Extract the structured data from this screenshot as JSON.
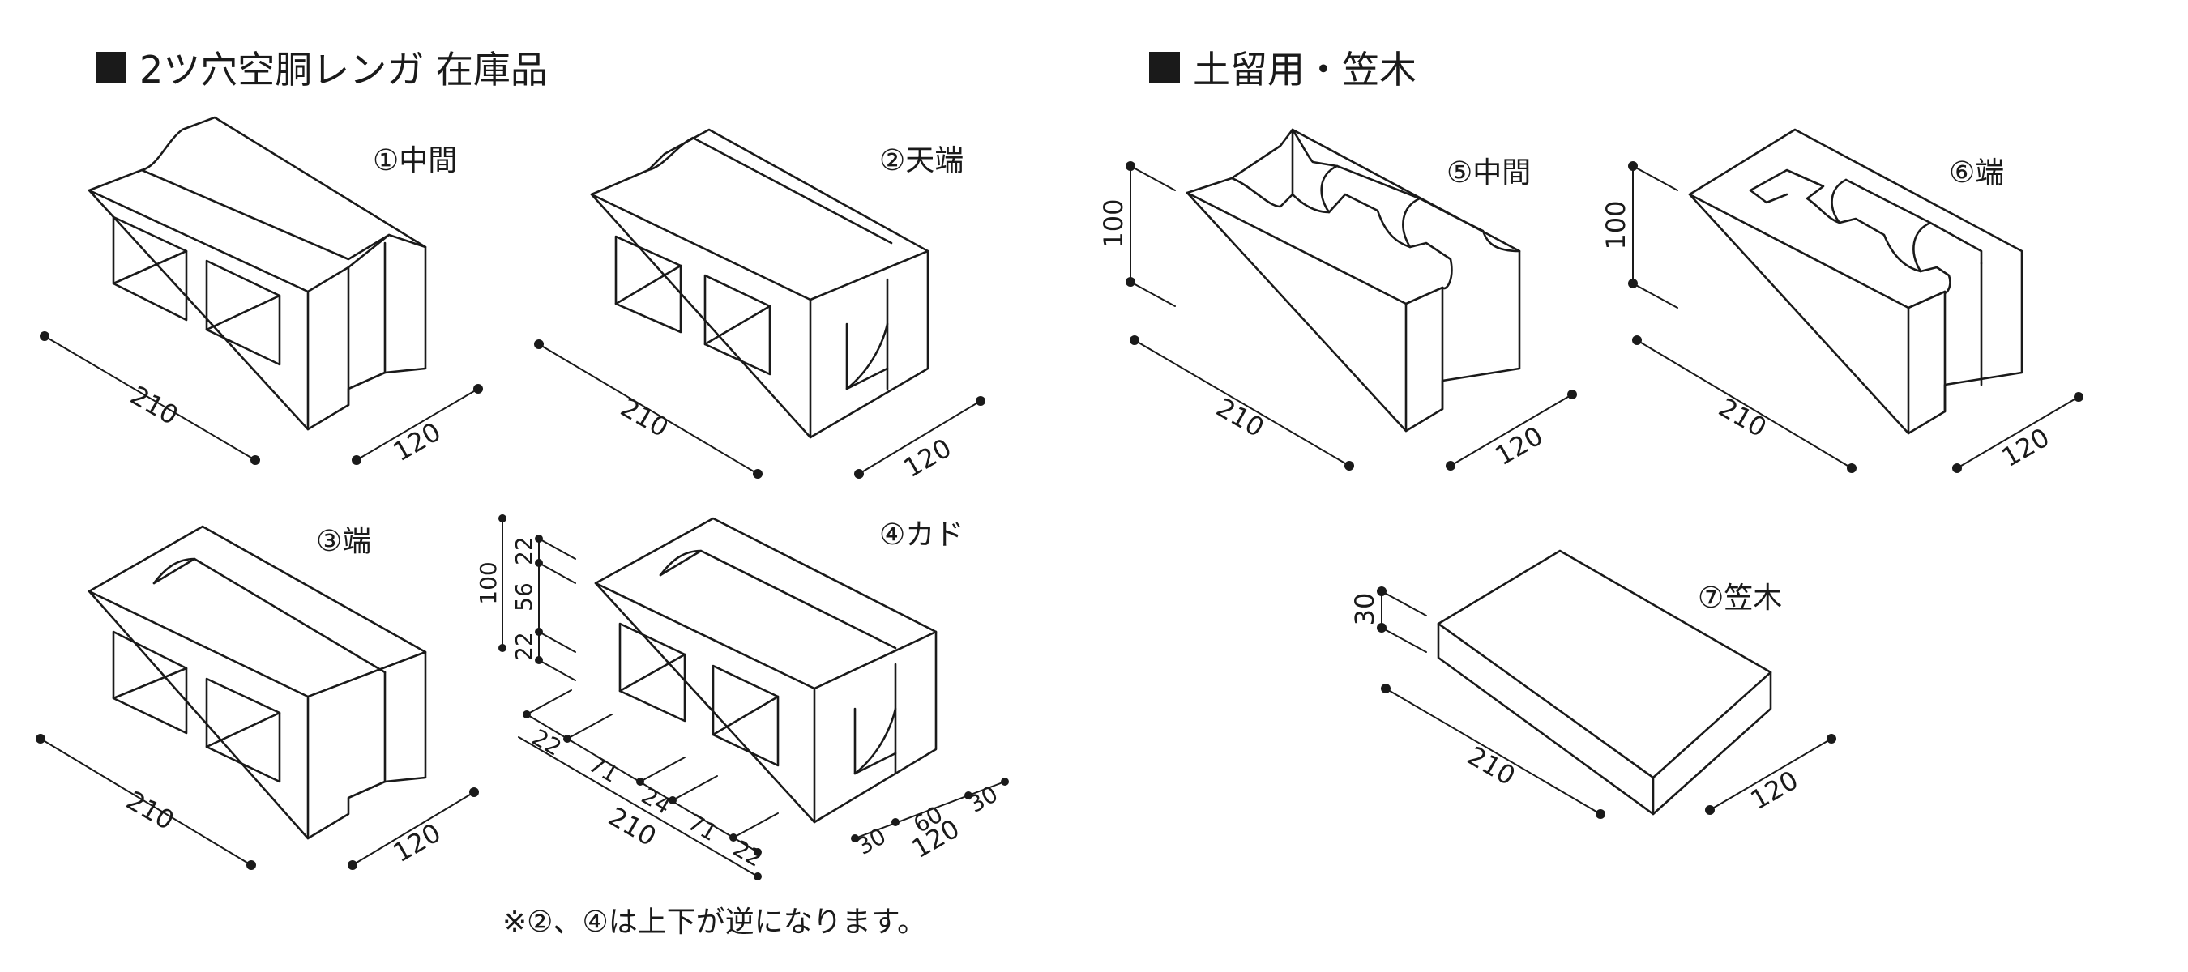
{
  "sections": {
    "stock": {
      "title": "2ツ穴空胴レンガ 在庫品"
    },
    "retaining": {
      "title": "土留用・笠木"
    }
  },
  "items": {
    "i1": {
      "label": "①中間"
    },
    "i2": {
      "label": "②天端"
    },
    "i3": {
      "label": "③端"
    },
    "i4": {
      "label": "④カド"
    },
    "i5": {
      "label": "⑤中間"
    },
    "i6": {
      "label": "⑥端"
    },
    "i7": {
      "label": "⑦笠木"
    }
  },
  "dimensions": {
    "length": "210",
    "width": "120",
    "height": "100",
    "coping_height": "30",
    "wall_22": "22",
    "hole_56": "56",
    "hole_71": "71",
    "web_24": "24",
    "hole_60": "60",
    "wall_30": "30"
  },
  "note": "※②、④は上下が逆になります。",
  "colors": {
    "line": "#1a1a1a",
    "background": "#ffffff"
  }
}
